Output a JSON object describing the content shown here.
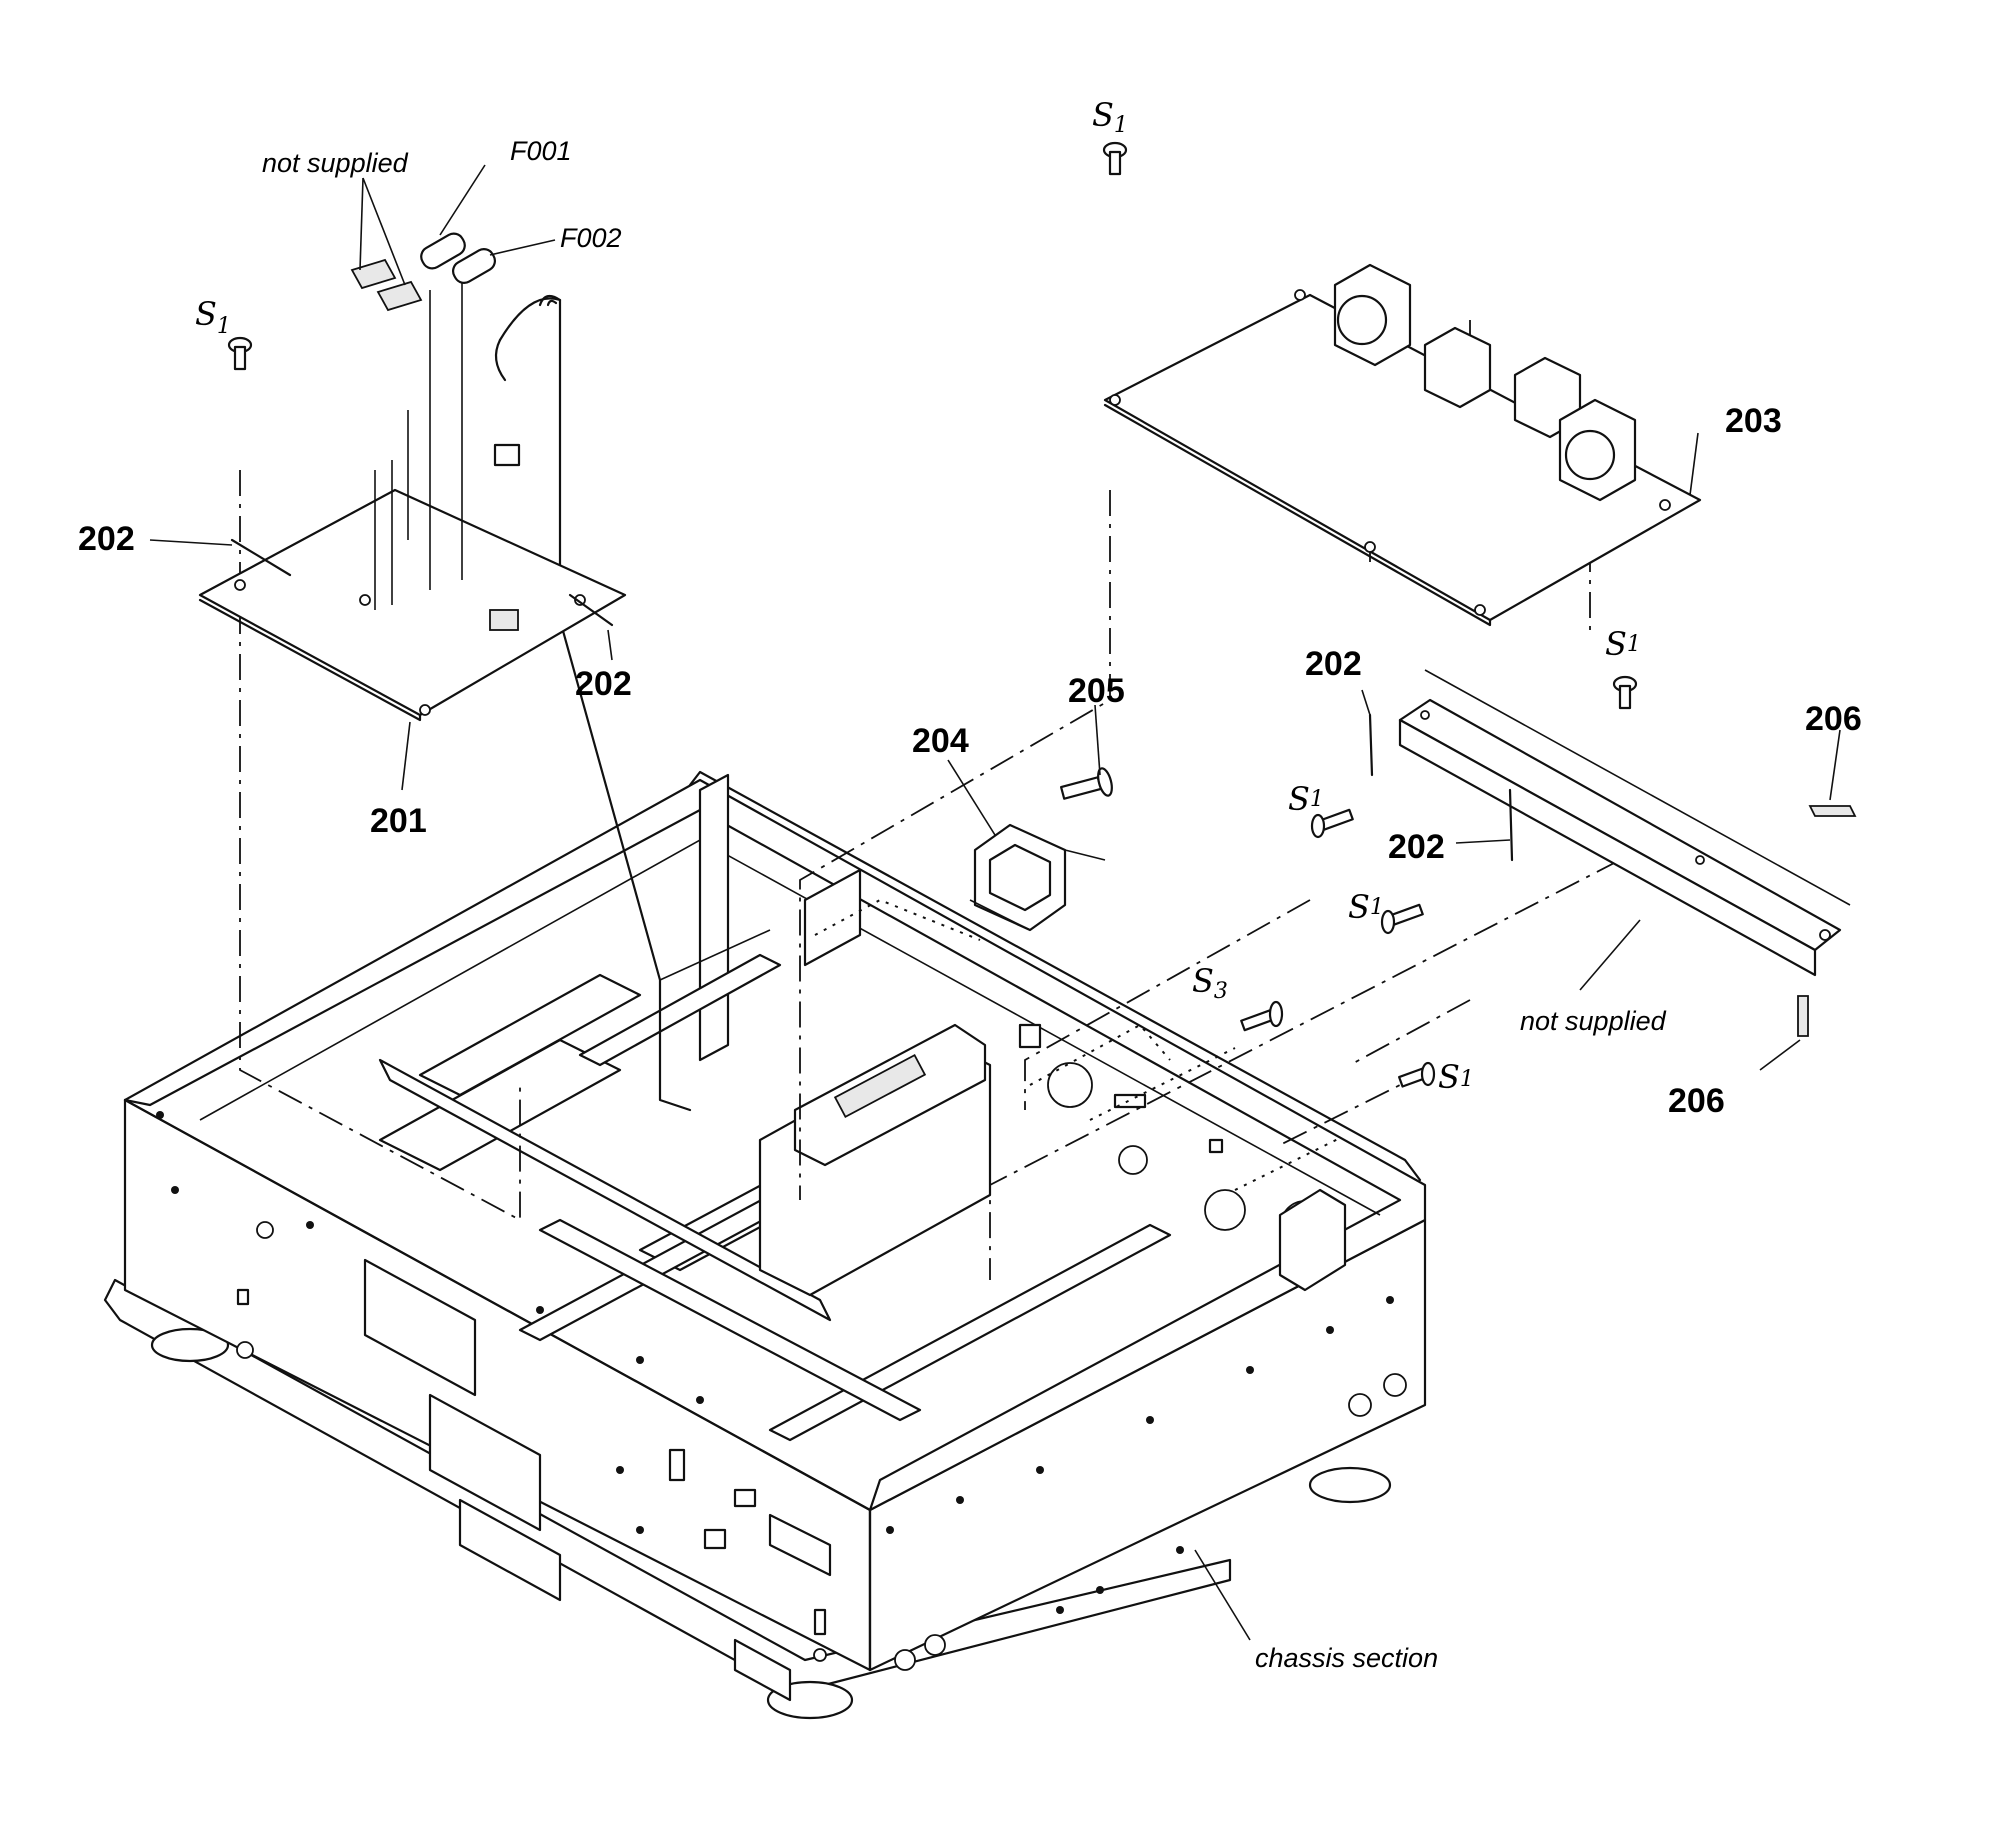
{
  "parts": {
    "p201": "201",
    "p202a": "202",
    "p202b": "202",
    "p202c": "202",
    "p202d": "202",
    "p203": "203",
    "p204": "204",
    "p205": "205",
    "p206a": "206",
    "p206b": "206",
    "f001": "F001",
    "f002": "F002"
  },
  "screws": {
    "s1_main": "S",
    "s1_sub": "1",
    "s3_main": "S",
    "s3_sub": "3"
  },
  "notes": {
    "not_supplied_top": "not supplied",
    "not_supplied_right": "not supplied",
    "chassis_section": "chassis section"
  }
}
